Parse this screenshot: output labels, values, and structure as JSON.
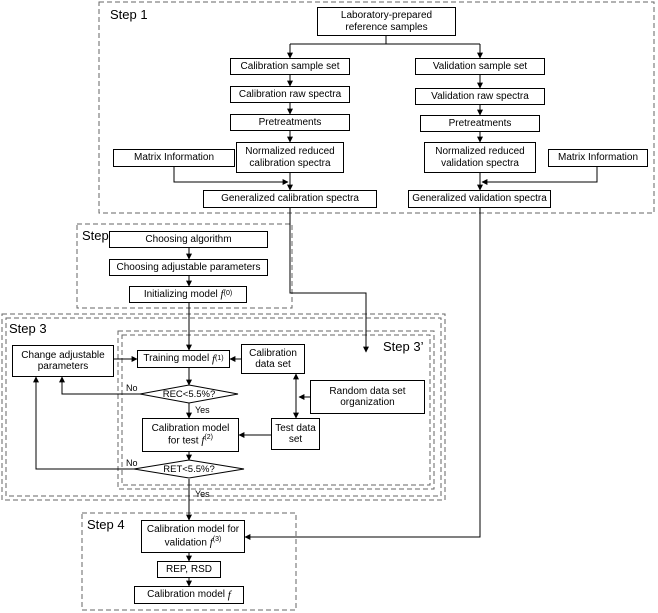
{
  "steps": {
    "step1": "Step 1",
    "step2": "Step2",
    "step3": "Step 3",
    "step3p": "Step 3’",
    "step4": "Step 4"
  },
  "nodes": {
    "lab_samples": "Laboratory-prepared reference samples",
    "cal_set": "Calibration sample set",
    "val_set": "Validation sample set",
    "cal_raw": "Calibration raw spectra",
    "val_raw": "Validation raw spectra",
    "pre_cal": "Pretreatments",
    "pre_val": "Pretreatments",
    "norm_cal": "Normalized reduced calibration spectra",
    "norm_val": "Normalized reduced validation spectra",
    "matrix_left": "Matrix Information",
    "matrix_right": "Matrix Information",
    "gen_cal": "Generalized calibration spectra",
    "gen_val": "Generalized validation spectra",
    "choose_alg": "Choosing algorithm",
    "choose_params": "Choosing adjustable parameters",
    "init_model": "Initializing model",
    "init_sup": "(0)",
    "change_params": "Change adjustable parameters",
    "training": "Training model",
    "training_sup": "(1)",
    "cal_data": "Calibration data set",
    "random_org": "Random data set organization",
    "rec": "REC<5.5%?",
    "cal_test": "Calibration model for test",
    "cal_test_sup": "(2)",
    "test_data": "Test data set",
    "ret": "RET<5.5%?",
    "cal_val": "Calibration model for validation",
    "cal_val_sup": "(3)",
    "rep_rsd": "REP, RSD",
    "cal_final": "Calibration model",
    "func_symbol": "f"
  },
  "edge_labels": {
    "no1": "No",
    "yes1": "Yes",
    "no2": "No",
    "yes2": "Yes"
  }
}
